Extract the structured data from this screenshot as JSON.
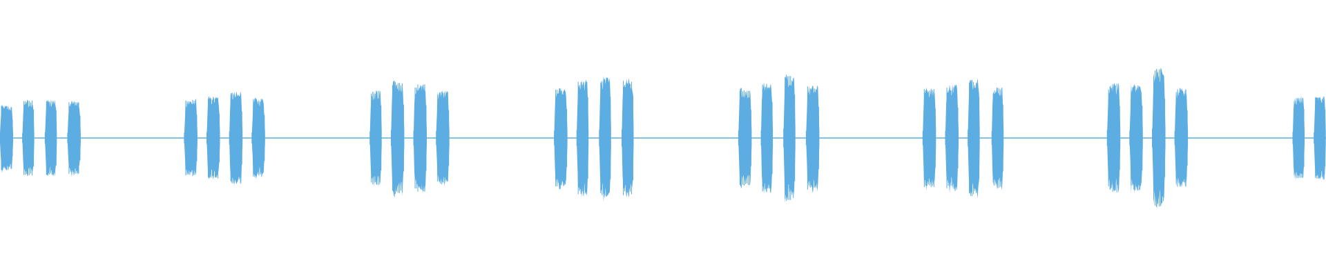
{
  "waveform": {
    "color": "#5dade2",
    "background": "#ffffff",
    "bursts": [
      {
        "start": 0.0,
        "end": 0.01,
        "amplitude": 0.22
      },
      {
        "start": 0.017,
        "end": 0.026,
        "amplitude": 0.26
      },
      {
        "start": 0.034,
        "end": 0.043,
        "amplitude": 0.26
      },
      {
        "start": 0.051,
        "end": 0.061,
        "amplitude": 0.25
      },
      {
        "start": 0.139,
        "end": 0.149,
        "amplitude": 0.26
      },
      {
        "start": 0.156,
        "end": 0.166,
        "amplitude": 0.28
      },
      {
        "start": 0.173,
        "end": 0.183,
        "amplitude": 0.31
      },
      {
        "start": 0.19,
        "end": 0.2,
        "amplitude": 0.27
      },
      {
        "start": 0.279,
        "end": 0.288,
        "amplitude": 0.32
      },
      {
        "start": 0.295,
        "end": 0.305,
        "amplitude": 0.38
      },
      {
        "start": 0.312,
        "end": 0.322,
        "amplitude": 0.37
      },
      {
        "start": 0.329,
        "end": 0.339,
        "amplitude": 0.32
      },
      {
        "start": 0.418,
        "end": 0.428,
        "amplitude": 0.33
      },
      {
        "start": 0.435,
        "end": 0.444,
        "amplitude": 0.39
      },
      {
        "start": 0.452,
        "end": 0.461,
        "amplitude": 0.41
      },
      {
        "start": 0.469,
        "end": 0.478,
        "amplitude": 0.4
      },
      {
        "start": 0.557,
        "end": 0.567,
        "amplitude": 0.34
      },
      {
        "start": 0.574,
        "end": 0.583,
        "amplitude": 0.37
      },
      {
        "start": 0.591,
        "end": 0.6,
        "amplitude": 0.43
      },
      {
        "start": 0.608,
        "end": 0.618,
        "amplitude": 0.35
      },
      {
        "start": 0.696,
        "end": 0.706,
        "amplitude": 0.34
      },
      {
        "start": 0.713,
        "end": 0.723,
        "amplitude": 0.36
      },
      {
        "start": 0.73,
        "end": 0.739,
        "amplitude": 0.4
      },
      {
        "start": 0.748,
        "end": 0.757,
        "amplitude": 0.34
      },
      {
        "start": 0.835,
        "end": 0.845,
        "amplitude": 0.37
      },
      {
        "start": 0.852,
        "end": 0.862,
        "amplitude": 0.36
      },
      {
        "start": 0.869,
        "end": 0.879,
        "amplitude": 0.47
      },
      {
        "start": 0.886,
        "end": 0.896,
        "amplitude": 0.33
      },
      {
        "start": 0.975,
        "end": 0.984,
        "amplitude": 0.28
      },
      {
        "start": 0.991,
        "end": 1.0,
        "amplitude": 0.28
      }
    ]
  }
}
